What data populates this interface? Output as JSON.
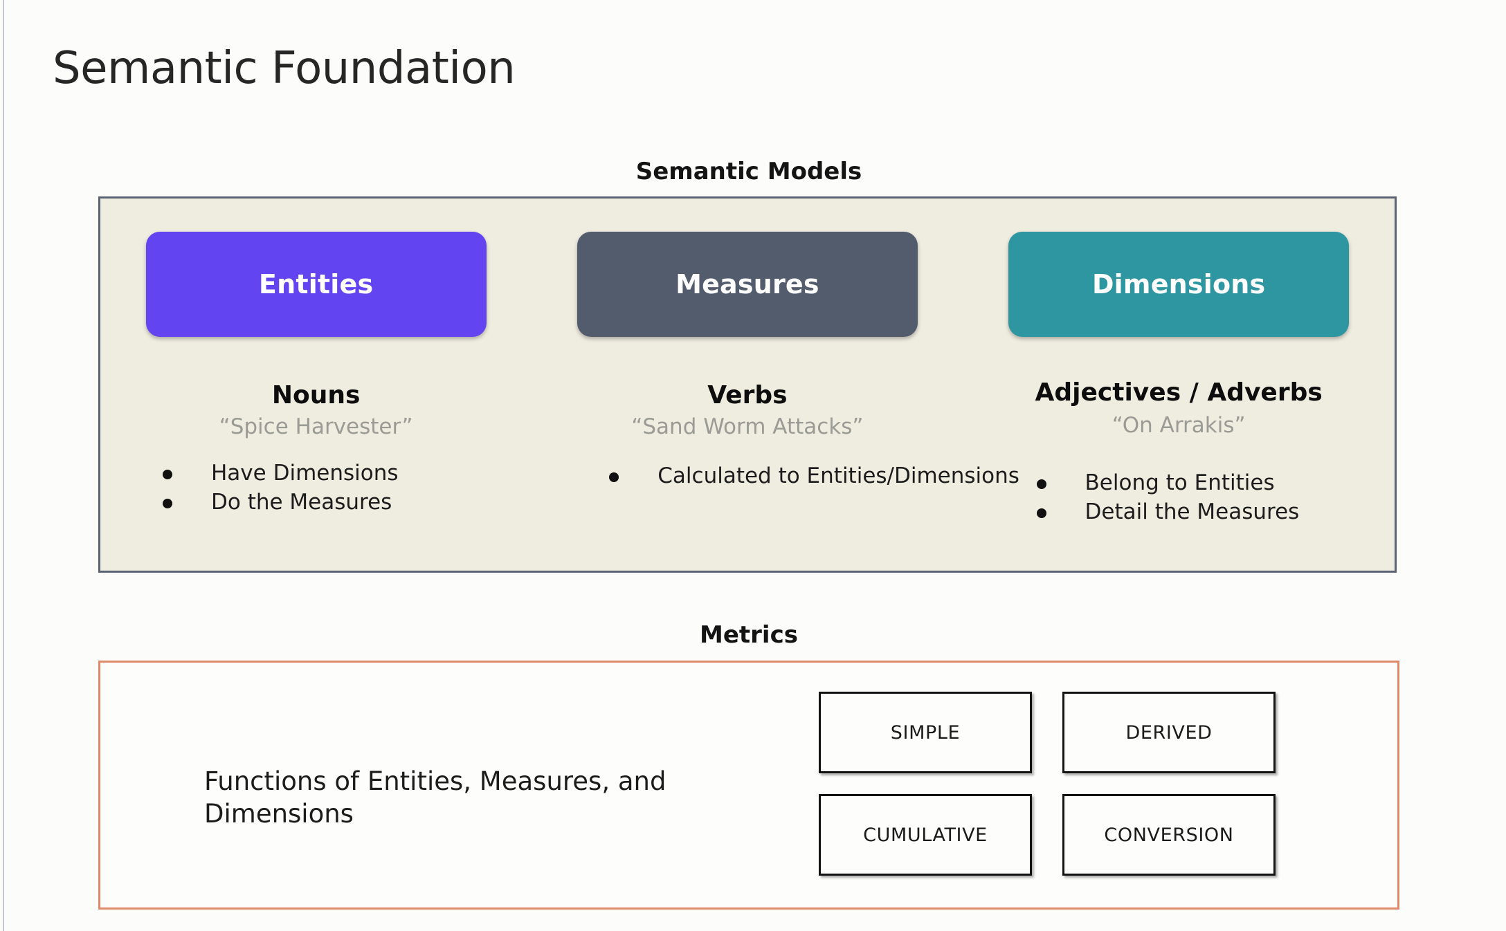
{
  "page": {
    "title": "Semantic Foundation",
    "background_color": "#fcfdfb"
  },
  "semantic_models": {
    "heading": "Semantic Models",
    "panel_background": "#efece0",
    "panel_border_color": "#5c6372",
    "columns": [
      {
        "pill_label": "Entities",
        "pill_color": "#6244F0",
        "part_of_speech": "Nouns",
        "example": "“Spice Harvester”",
        "bullets": [
          "Have Dimensions",
          "Do the Measures"
        ]
      },
      {
        "pill_label": "Measures",
        "pill_color": "#535C6D",
        "part_of_speech": "Verbs",
        "example": "“Sand Worm Attacks”",
        "bullets": [
          "Calculated to Entities/Dimensions"
        ]
      },
      {
        "pill_label": "Dimensions",
        "pill_color": "#2E96A1",
        "part_of_speech": "Adjectives / Adverbs",
        "example": "“On Arrakis”",
        "bullets": [
          "Belong to Entities",
          "Detail the Measures"
        ]
      }
    ]
  },
  "metrics": {
    "heading": "Metrics",
    "panel_border_color": "#e08a6a",
    "description": "Functions of Entities, Measures, and Dimensions",
    "types": [
      "SIMPLE",
      "DERIVED",
      "CUMULATIVE",
      "CONVERSION"
    ]
  }
}
